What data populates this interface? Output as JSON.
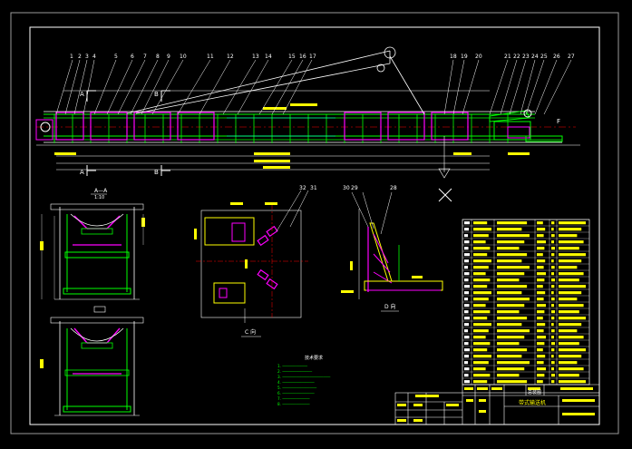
{
  "drawing": {
    "part_numbers_left": [
      "1",
      "2",
      "3",
      "4",
      "5",
      "6",
      "7",
      "8",
      "9",
      "10",
      "11",
      "12",
      "13",
      "14",
      "15",
      "16",
      "17"
    ],
    "part_numbers_right": [
      "18",
      "19",
      "20",
      "21",
      "22",
      "23",
      "24",
      "25",
      "26",
      "27"
    ],
    "section_mark_A": "A",
    "section_mark_B": "B",
    "section_view_title": "A—A",
    "section_view_scale": "1:10",
    "detail_c_title": "C 向",
    "detail_d_title": "D 向",
    "detail_c_numbers": [
      "32",
      "31"
    ],
    "detail_d_numbers": [
      "30",
      "29",
      "28"
    ],
    "side_label_f": "F",
    "notes_heading": "技术要求",
    "notes_lines": [
      "1. ───────────",
      "2. ─────────────",
      "3. ─────────────────────",
      "4. ──────────────",
      "5. ───────────────",
      "6. ──────────────",
      "7. ────────────",
      "8. ────────────"
    ]
  },
  "bom": {
    "rows": 26
  },
  "title_block": {
    "drawing_name": "带式输送机",
    "company": "总装图"
  }
}
